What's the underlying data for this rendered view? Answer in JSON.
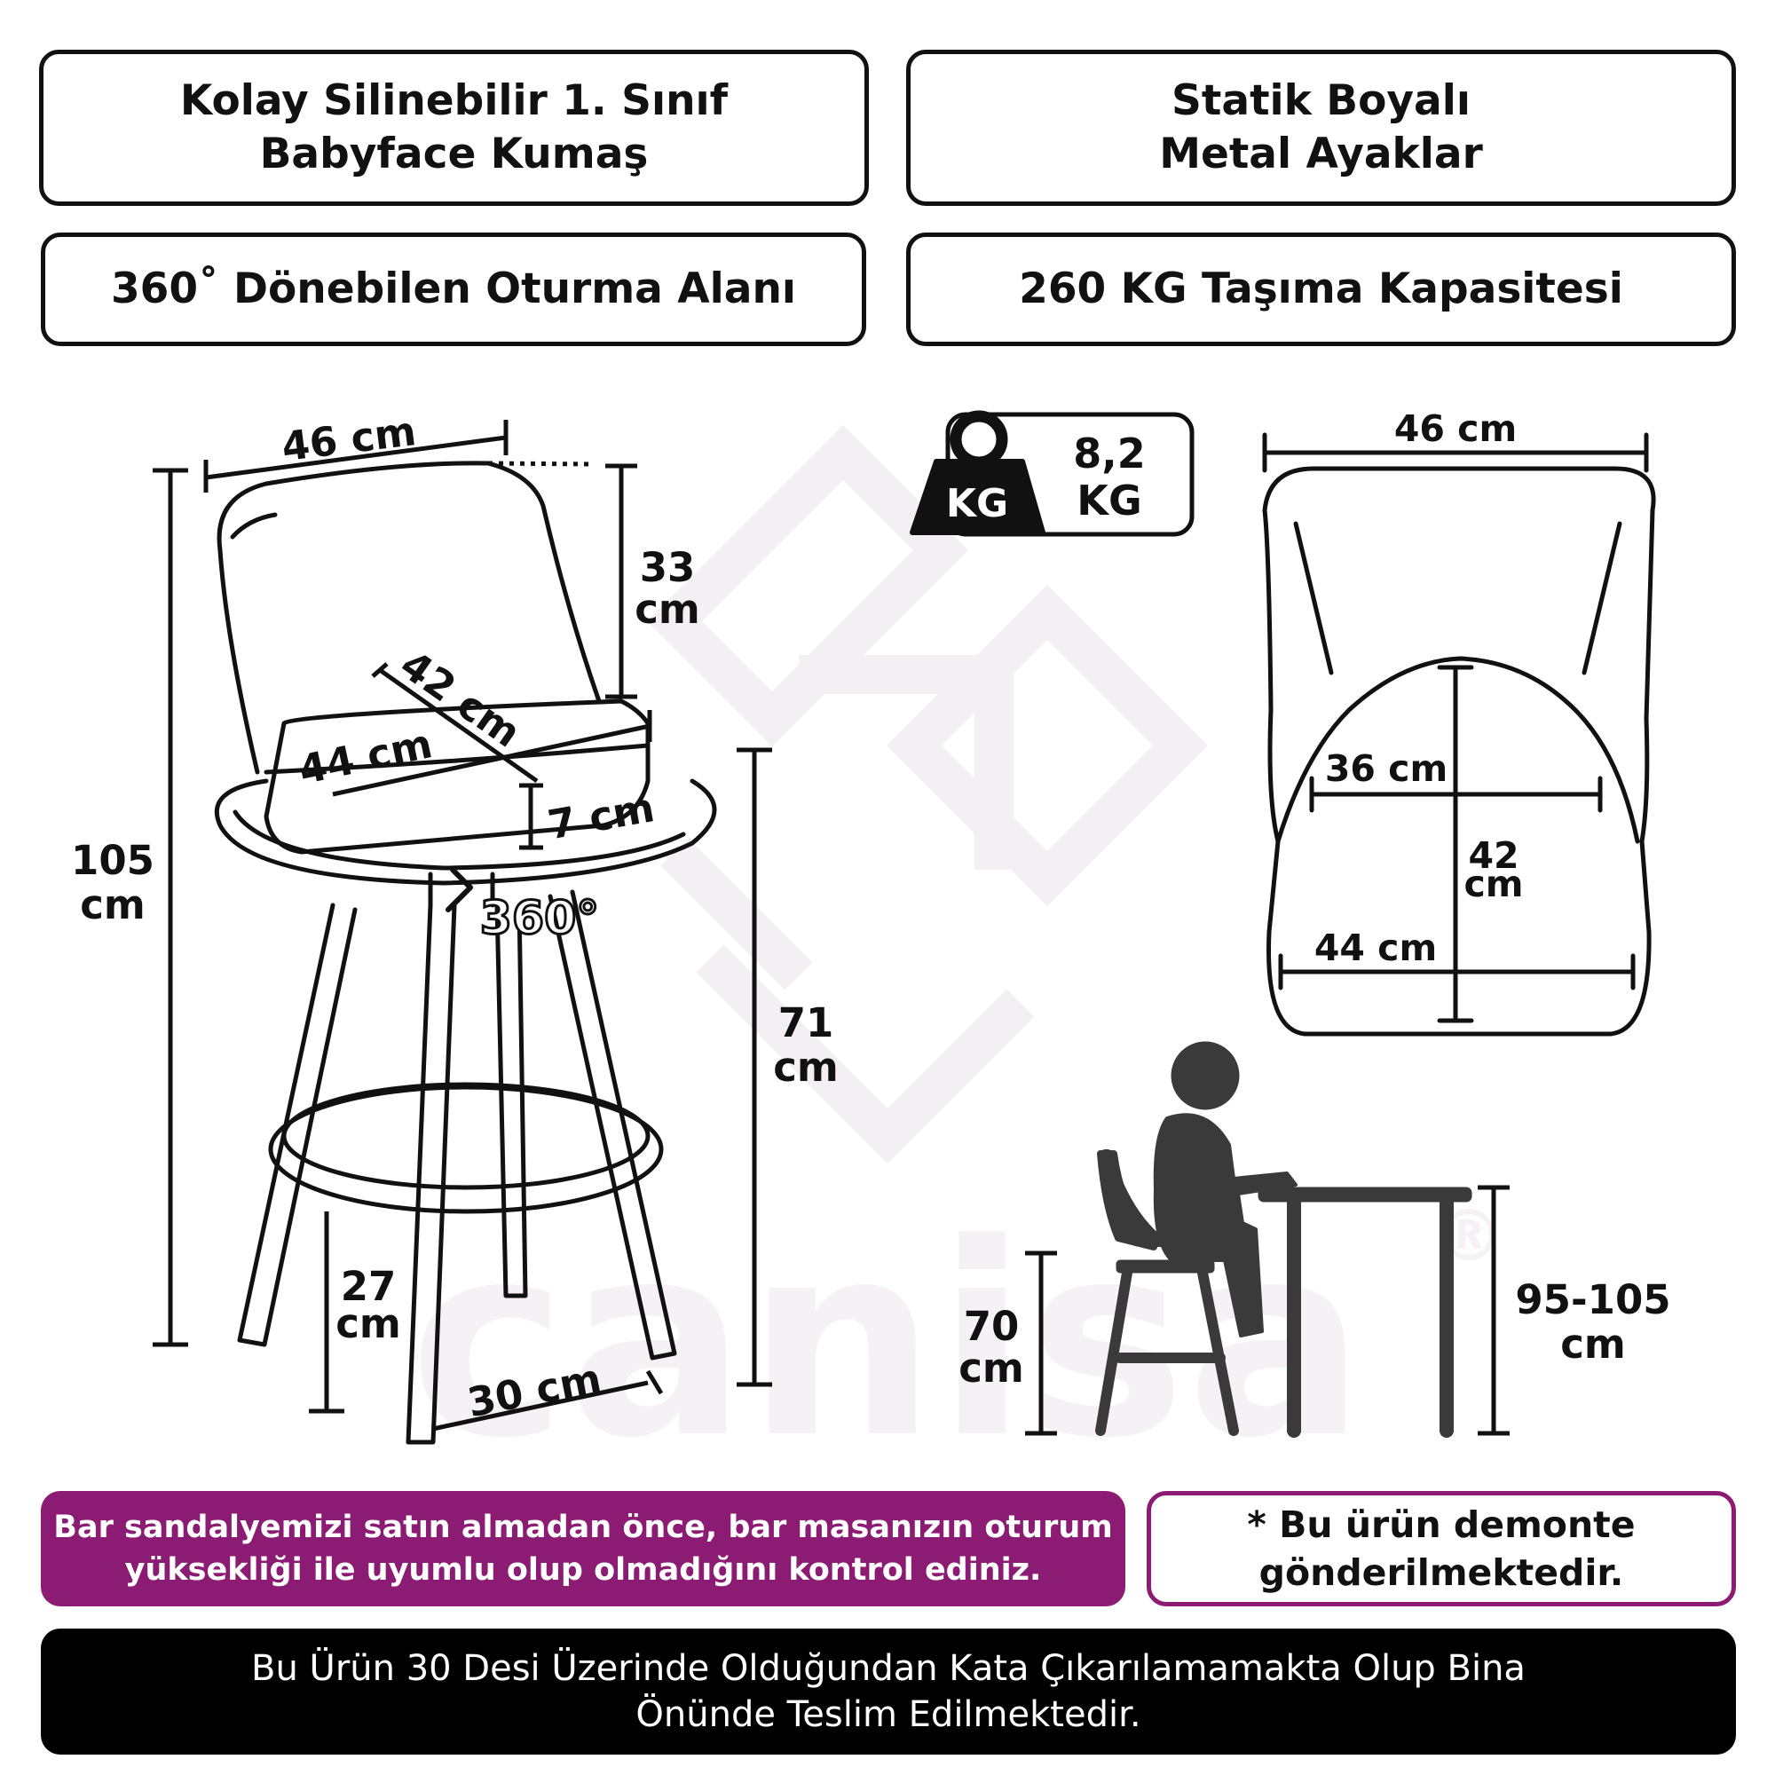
{
  "features": {
    "fabric": [
      "Kolay Silinebilir 1. Sınıf",
      "Babyface Kumaş"
    ],
    "legs": [
      "Statik Boyalı",
      "Metal Ayaklar"
    ],
    "rotation": "360˚ Dönebilen Oturma Alanı",
    "capacity": "260 KG Taşıma Kapasitesi"
  },
  "side_view": {
    "width": "46 cm",
    "back_height": [
      "33",
      "cm"
    ],
    "seat_depth": "42 cm",
    "seat_width": "44 cm",
    "cushion": "7 cm",
    "total_height": [
      "105",
      "cm"
    ],
    "seat_height": [
      "71",
      "cm"
    ],
    "footrest_height": [
      "27",
      "cm"
    ],
    "leg_span": "30 cm",
    "swivel": "360°"
  },
  "weight": {
    "badge": "KG",
    "value": [
      "8,2",
      "KG"
    ]
  },
  "top_view": {
    "width": "46 cm",
    "inner_width": "36 cm",
    "depth": [
      "42",
      "cm"
    ],
    "seat_width": "44 cm"
  },
  "usage": {
    "chair_height": [
      "70",
      "cm"
    ],
    "table_height": [
      "95-105",
      "cm"
    ]
  },
  "watermark": "canisa",
  "notes": {
    "warning": [
      "Bar sandalyemizi satın almadan önce, bar masanızın oturum",
      "yüksekliği ile uyumlu olup olmadığını kontrol ediniz."
    ],
    "assembly": [
      "* Bu ürün demonte",
      "gönderilmektedir."
    ],
    "delivery": [
      "Bu Ürün 30 Desi Üzerinde Olduğundan Kata Çıkarılamamakta Olup Bina",
      "Önünde Teslim Edilmektedir."
    ]
  },
  "colors": {
    "accent": "#8c1b73",
    "ink": "#111111",
    "watermark": "#f3eef2"
  }
}
